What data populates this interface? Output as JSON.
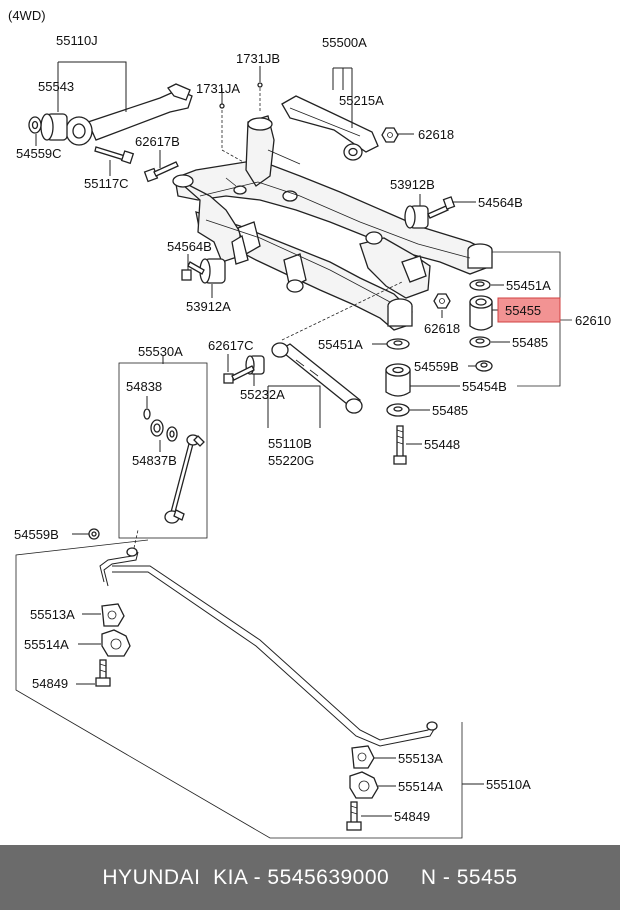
{
  "variant": "(4WD)",
  "labels": {
    "l55110J": "55110J",
    "l55543": "55543",
    "l54559C": "54559C",
    "l55117C": "55117C",
    "l1731JB": "1731JB",
    "l1731JA": "1731JA",
    "l62617B": "62617B",
    "l55500A": "55500A",
    "l55215A": "55215A",
    "l62618a": "62618",
    "l53912B": "53912B",
    "l54564Ba": "54564B",
    "l54564Bb": "54564B",
    "l53912A": "53912A",
    "l55451Aa": "55451A",
    "l55455": "55455",
    "l62610": "62610",
    "l62618b": "62618",
    "l55485a": "55485",
    "l55451Ab": "55451A",
    "l54559B": "54559B",
    "l55454B": "55454B",
    "l55485b": "55485",
    "l55448": "55448",
    "l55530A": "55530A",
    "l62617C": "62617C",
    "l54838": "54838",
    "l55232A": "55232A",
    "l54837B": "54837B",
    "l55110B": "55110B",
    "l55220G": "55220G",
    "l54559Bb": "54559B",
    "l55513Aa": "55513A",
    "l55514Aa": "55514A",
    "l54849a": "54849",
    "l55513Ab": "55513A",
    "l55514Ab": "55514A",
    "l55510A": "55510A",
    "l54849b": "54849"
  },
  "highlight_color": "#f08080",
  "footer": {
    "text": "HYUNDAI  KIA - 5545639000     N - 55455"
  }
}
